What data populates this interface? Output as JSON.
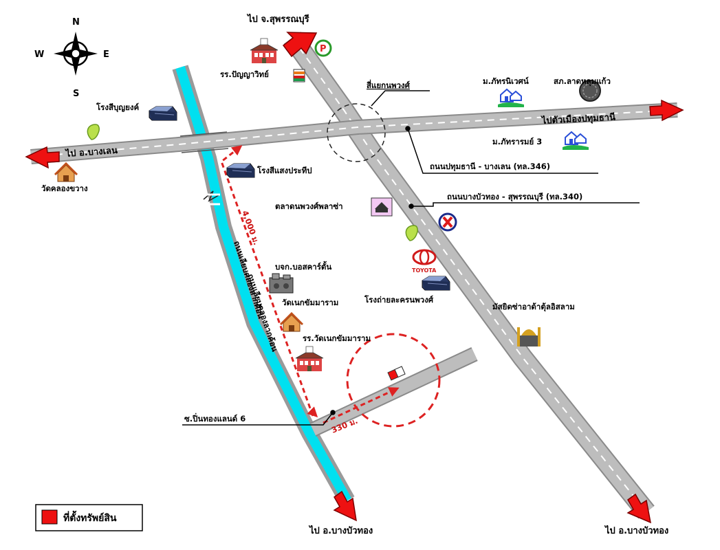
{
  "compass": {
    "n": "N",
    "s": "S",
    "e": "E",
    "w": "W"
  },
  "destinations": {
    "to_suphanburi": "ไป จ.สุพรรณบุรี",
    "to_pathum_city": "ไปตัวเมืองปทุมธานี",
    "to_bang_len": "ไป อ.บางเลน",
    "to_bang_bua_thong_canal": "ไป อ.บางบัวทอง",
    "to_bang_bua_thong_road": "ไป อ.บางบัวทอง"
  },
  "roads": {
    "intersection": "สี่แยกนพวงศ์",
    "rt346": "ถนนปทุมธานี - บางเลน (ทล.346)",
    "rt340": "ถนนบางบัวทอง - สุพรรณบุรี (ทล.340)",
    "soi": "ซ.ปิ่นทองแลนด์ 6",
    "canal_road_1": "ถนนเลียบคลองลากค้อน",
    "canal_road_2": "ถนนเลียบคลองลากค้อน"
  },
  "distances": {
    "d1": "4,000 ม.",
    "d2": "330 ม."
  },
  "landmarks": {
    "school1": "รร.ปัญญาวิทย์",
    "mill_boonyong": "โรงสีบุญยงค์",
    "wat_khlong_khwang": "วัดคลองขวาง",
    "mill_saeng": "โรงสีแสงประทีป",
    "market": "ตลาดนพวงศ์พลาซ่า",
    "village_pattra": "ม.ภัทรนิเวศน์",
    "coop": "สภ.ลาดหลุมแก้ว",
    "village_pattra3": "ม.ภัทรารมย์ 3",
    "bosscarton": "บจก.บอสคาร์ตั้น",
    "wat_nek": "วัดเนกขัมมาราม",
    "school_wat_nek": "รร.วัดเนกขัมมาราม",
    "studio": "โรงถ่ายละครนพวงศ์",
    "mosque": "มัสยิดซ่าอาด้าตุ้ลอิสลาม",
    "toyota": "TOYOTA"
  },
  "legend": {
    "label": "ที่ตั้งทรัพย์สิน"
  },
  "colors": {
    "road": "#b4b4b4",
    "canal": "#00e0f0",
    "arrow": "#ee1111",
    "route": "#dd2222"
  },
  "icons": [
    "compass-rose-icon",
    "school-icon",
    "factory-icon",
    "temple-icon",
    "house-icon",
    "fuel-station-icon",
    "seven-eleven-icon",
    "market-icon",
    "car-brand-icon",
    "mosque-icon",
    "property-marker-icon"
  ]
}
